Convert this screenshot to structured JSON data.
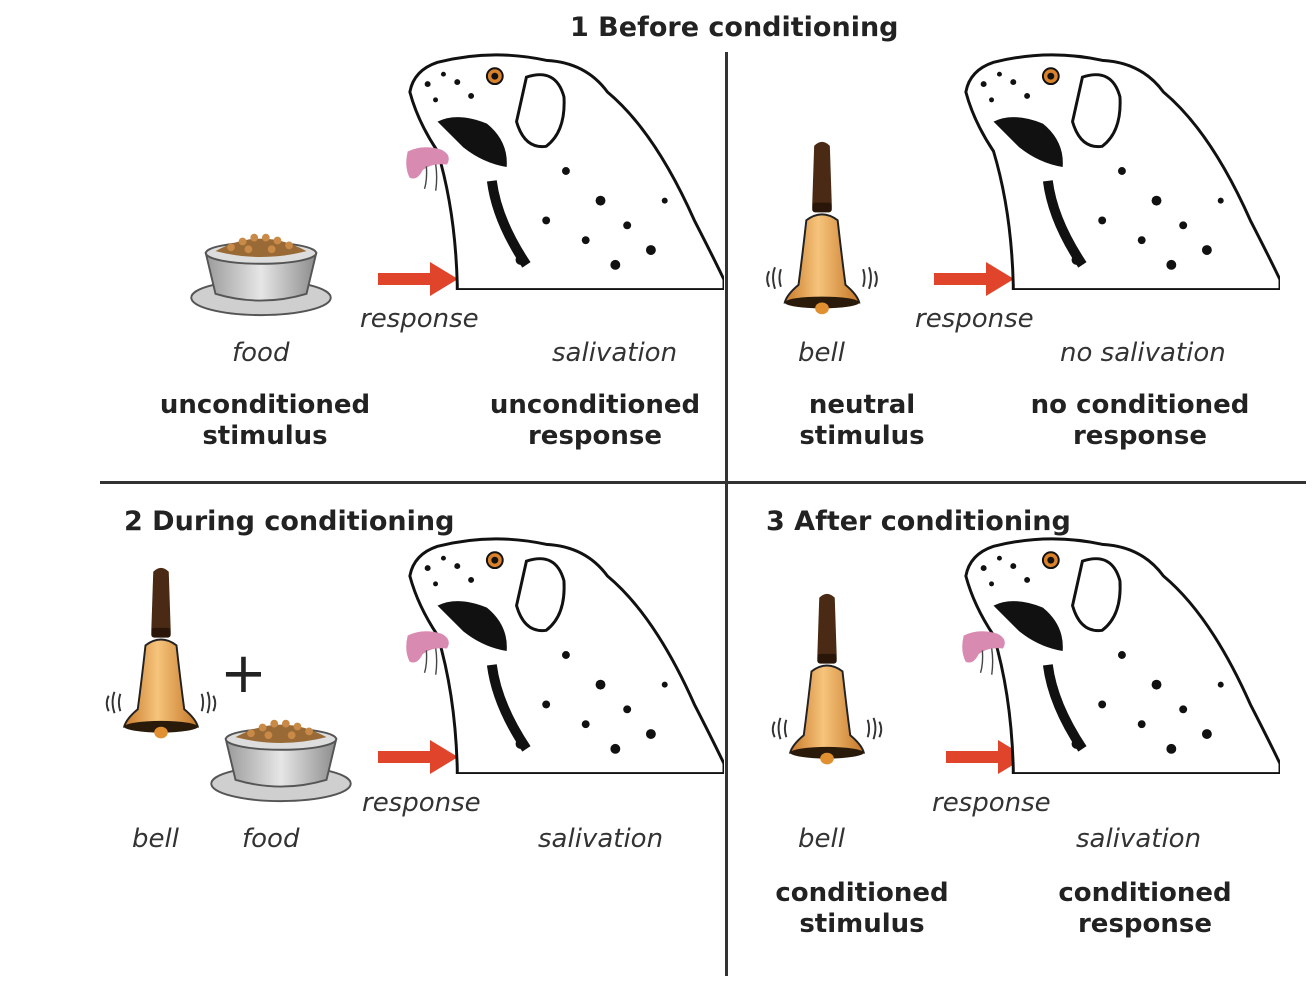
{
  "colors": {
    "arrow": "#e0452c",
    "bell_body": "#e8a24e",
    "bell_handle": "#4a2a14",
    "bowl": "#b8b8b8",
    "kibble": "#9a6a36",
    "tongue": "#d98ab0",
    "line": "#333333"
  },
  "panel1": {
    "title": "1  Before conditioning",
    "left": {
      "label": "food",
      "term_line1": "unconditioned",
      "term_line2": "stimulus",
      "arrow_label": "response",
      "response_label": "salivation",
      "response_term_line1": "unconditioned",
      "response_term_line2": "response"
    },
    "right": {
      "label": "bell",
      "term_line1": "neutral",
      "term_line2": "stimulus",
      "arrow_label": "response",
      "response_label": "no salivation",
      "response_term_line1": "no conditioned",
      "response_term_line2": "response"
    }
  },
  "panel2": {
    "title": "2  During conditioning",
    "bell_label": "bell",
    "food_label": "food",
    "plus": "+",
    "arrow_label": "response",
    "response_label": "salivation"
  },
  "panel3": {
    "title": "3  After conditioning",
    "label": "bell",
    "term_line1": "conditioned",
    "term_line2": "stimulus",
    "arrow_label": "response",
    "response_label": "salivation",
    "response_term_line1": "conditioned",
    "response_term_line2": "response"
  }
}
